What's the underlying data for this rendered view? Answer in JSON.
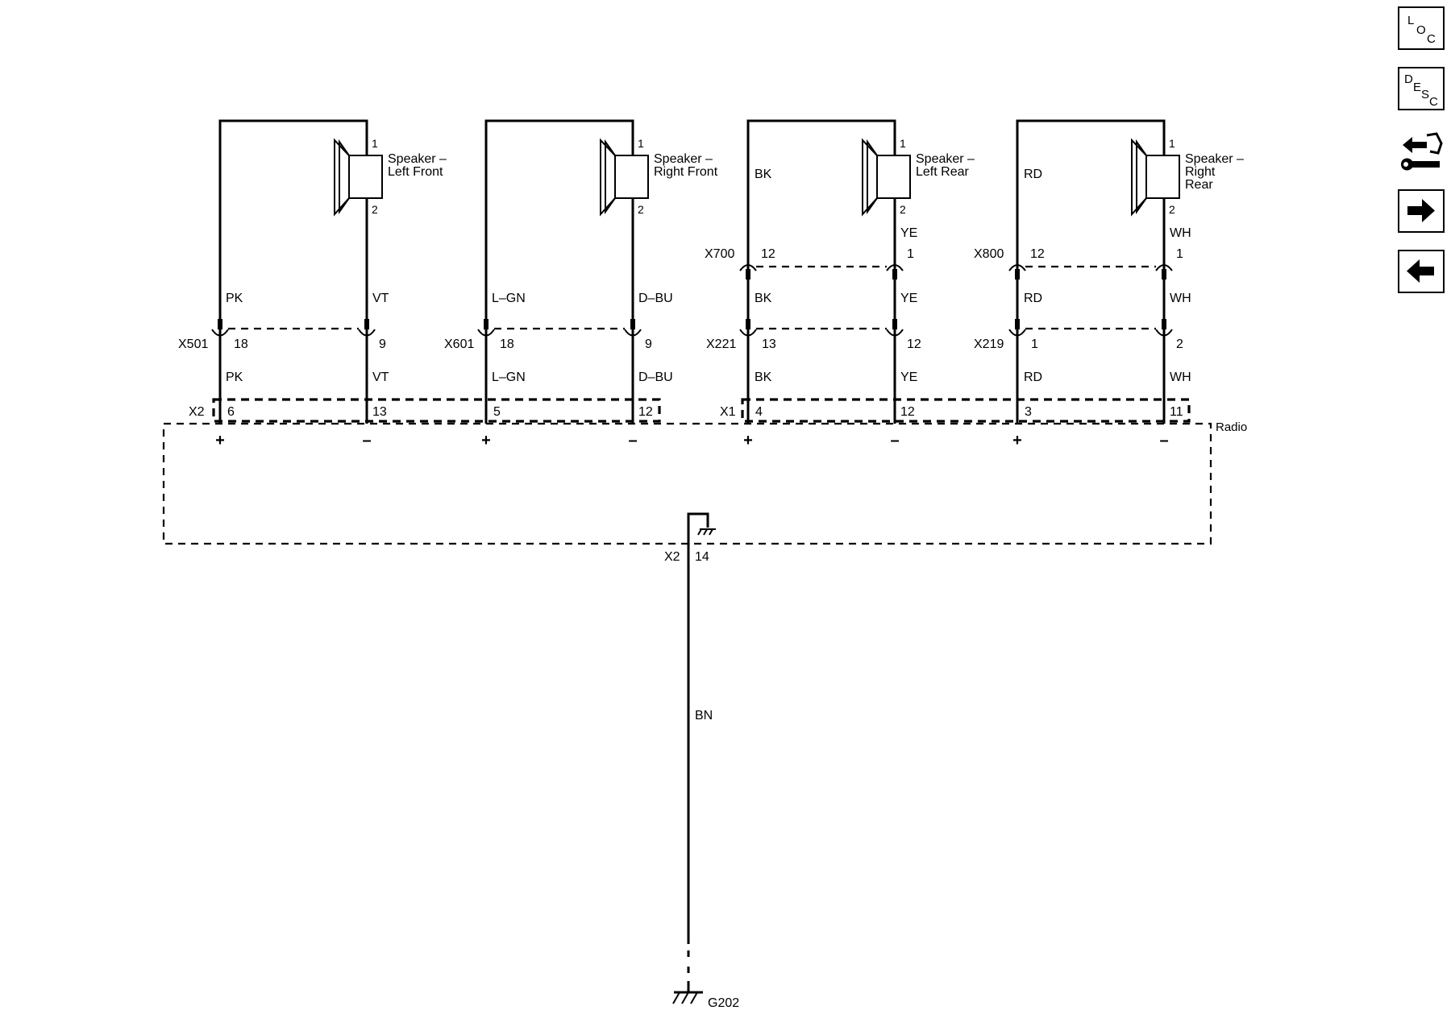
{
  "modules": {
    "radio": {
      "label": "Radio"
    }
  },
  "speakers": [
    {
      "name_lines": [
        "Speaker –",
        "Left Front"
      ],
      "pin_top": "1",
      "pin_bottom": "2"
    },
    {
      "name_lines": [
        "Speaker –",
        "Right Front"
      ],
      "pin_top": "1",
      "pin_bottom": "2"
    },
    {
      "name_lines": [
        "Speaker –",
        "Left Rear"
      ],
      "pin_top": "1",
      "pin_bottom": "2"
    },
    {
      "name_lines": [
        "Speaker –",
        "Right",
        "Rear"
      ],
      "pin_top": "1",
      "pin_bottom": "2"
    }
  ],
  "circuits": [
    {
      "pos": {
        "wire_upper": "",
        "wire_mid": "PK",
        "wire_lower": "PK",
        "inline_pin": "18",
        "radio_pin": "6"
      },
      "neg": {
        "wire_upper": "",
        "wire_mid": "VT",
        "wire_lower": "VT",
        "inline_pin": "9",
        "radio_pin": "13"
      },
      "inline_connector": "X501",
      "upper_connector": "",
      "upper_pos_pin": "",
      "upper_neg_pin": ""
    },
    {
      "pos": {
        "wire_upper": "",
        "wire_mid": "L–GN",
        "wire_lower": "L–GN",
        "inline_pin": "18",
        "radio_pin": "5"
      },
      "neg": {
        "wire_upper": "",
        "wire_mid": "D–BU",
        "wire_lower": "D–BU",
        "inline_pin": "9",
        "radio_pin": "12"
      },
      "inline_connector": "X601",
      "upper_connector": "",
      "upper_pos_pin": "",
      "upper_neg_pin": ""
    },
    {
      "pos": {
        "wire_upper": "BK",
        "wire_mid": "BK",
        "wire_lower": "BK",
        "inline_pin": "13",
        "radio_pin": "4"
      },
      "neg": {
        "wire_upper": "YE",
        "wire_mid": "YE",
        "wire_lower": "YE",
        "inline_pin": "12",
        "radio_pin": "12"
      },
      "inline_connector": "X221",
      "upper_connector": "X700",
      "upper_pos_pin": "12",
      "upper_neg_pin": "1"
    },
    {
      "pos": {
        "wire_upper": "RD",
        "wire_mid": "RD",
        "wire_lower": "RD",
        "inline_pin": "1",
        "radio_pin": "3"
      },
      "neg": {
        "wire_upper": "WH",
        "wire_mid": "WH",
        "wire_lower": "WH",
        "inline_pin": "2",
        "radio_pin": "11"
      },
      "inline_connector": "X219",
      "upper_connector": "X800",
      "upper_pos_pin": "12",
      "upper_neg_pin": "1"
    }
  ],
  "radio_connectors": {
    "left": "X2",
    "right": "X1"
  },
  "polarity": {
    "plus": "+",
    "minus": "–"
  },
  "ground": {
    "connector": "X2",
    "pin": "14",
    "wire_color": "BN",
    "ground_point": "G202"
  },
  "nav_buttons": {
    "loc": {
      "letters": [
        "L",
        "O",
        "C"
      ]
    },
    "desc": {
      "letters": [
        "D",
        "E",
        "S",
        "C"
      ]
    },
    "connector_icon": "connector-wrench-icon",
    "next_icon": "arrow-right-icon",
    "prev_icon": "arrow-left-icon"
  }
}
